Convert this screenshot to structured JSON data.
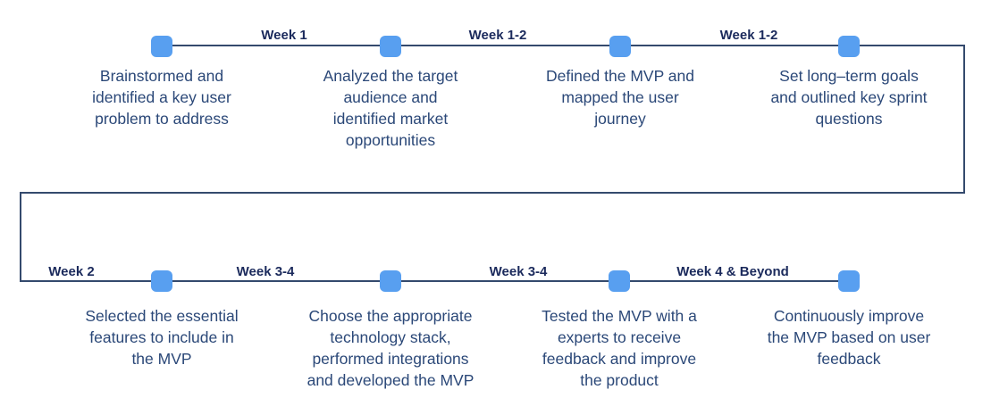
{
  "colors": {
    "square": "#589FF0",
    "line": "#344A6D",
    "week_label": "#1B2A5C",
    "body_text": "#2B4878",
    "background": "#FFFFFF"
  },
  "rows": [
    {
      "week_labels": [
        "Week 1",
        "Week 1-2",
        "Week 1-2"
      ],
      "steps": [
        {
          "description": "Brainstormed and\nidentified a key user\nproblem to address"
        },
        {
          "description": "Analyzed the target\naudience and\nidentified market\nopportunities"
        },
        {
          "description": "Defined the MVP and\nmapped the user\njourney"
        },
        {
          "description": "Set long–term goals\nand outlined key sprint\nquestions"
        }
      ]
    },
    {
      "week_labels": [
        "Week 2",
        "Week 3-4",
        "Week 3-4",
        "Week 4 & Beyond"
      ],
      "steps": [
        {
          "description": "Selected the essential\nfeatures to include in\nthe MVP"
        },
        {
          "description": "Choose the appropriate\ntechnology stack,\nperformed integrations\nand developed the MVP"
        },
        {
          "description": "Tested the MVP with a\nexperts to receive\nfeedback and improve\nthe product"
        },
        {
          "description": "Continuously improve\nthe MVP based on user\nfeedback"
        }
      ]
    }
  ]
}
